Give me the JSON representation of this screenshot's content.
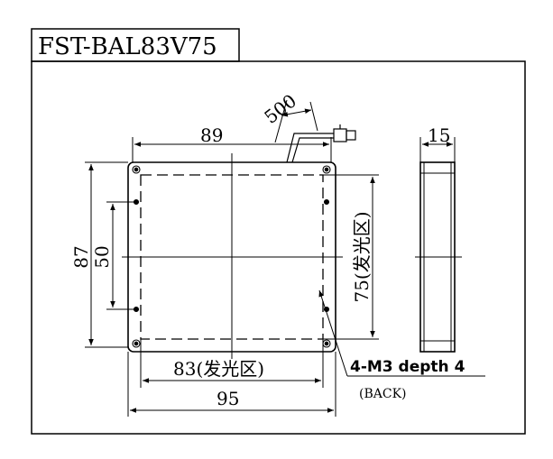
{
  "title": "FST-BAL83V75",
  "dims": {
    "cable_length": "500",
    "top_width": "89",
    "side_width": "15",
    "height_outer": "87",
    "hole_spacing_v": "50",
    "emit_height": "75(发光区)",
    "emit_width": "83(发光区)",
    "outer_width": "95"
  },
  "callout": {
    "holes": "4-M3 depth 4",
    "back": "(BACK)"
  }
}
